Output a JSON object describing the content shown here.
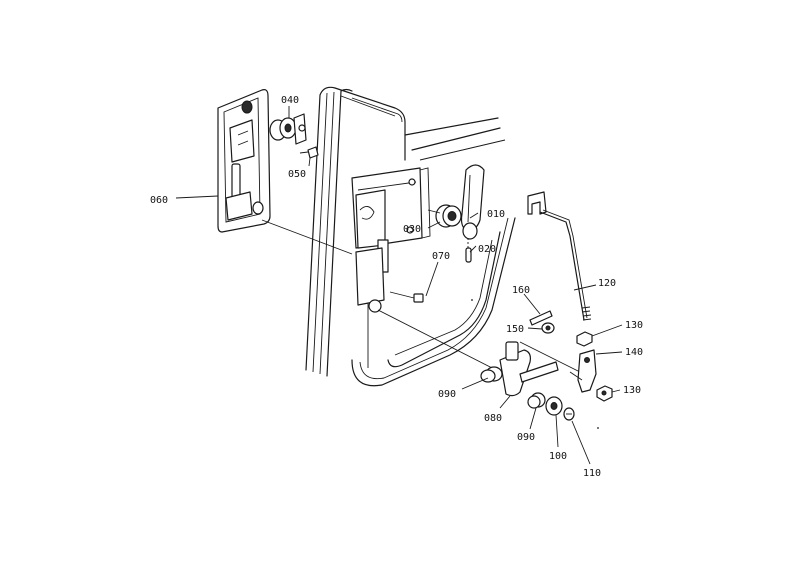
{
  "diagram": {
    "part_labels": {
      "p010": "010",
      "p020": "020",
      "p030": "030",
      "p040": "040",
      "p050": "050",
      "p060": "060",
      "p070": "070",
      "p080": "080",
      "p090a": "090",
      "p090b": "090",
      "p100": "100",
      "p110": "110",
      "p120": "120",
      "p130a": "130",
      "p130b": "130",
      "p140": "140",
      "p150": "150",
      "p160": "160"
    }
  }
}
